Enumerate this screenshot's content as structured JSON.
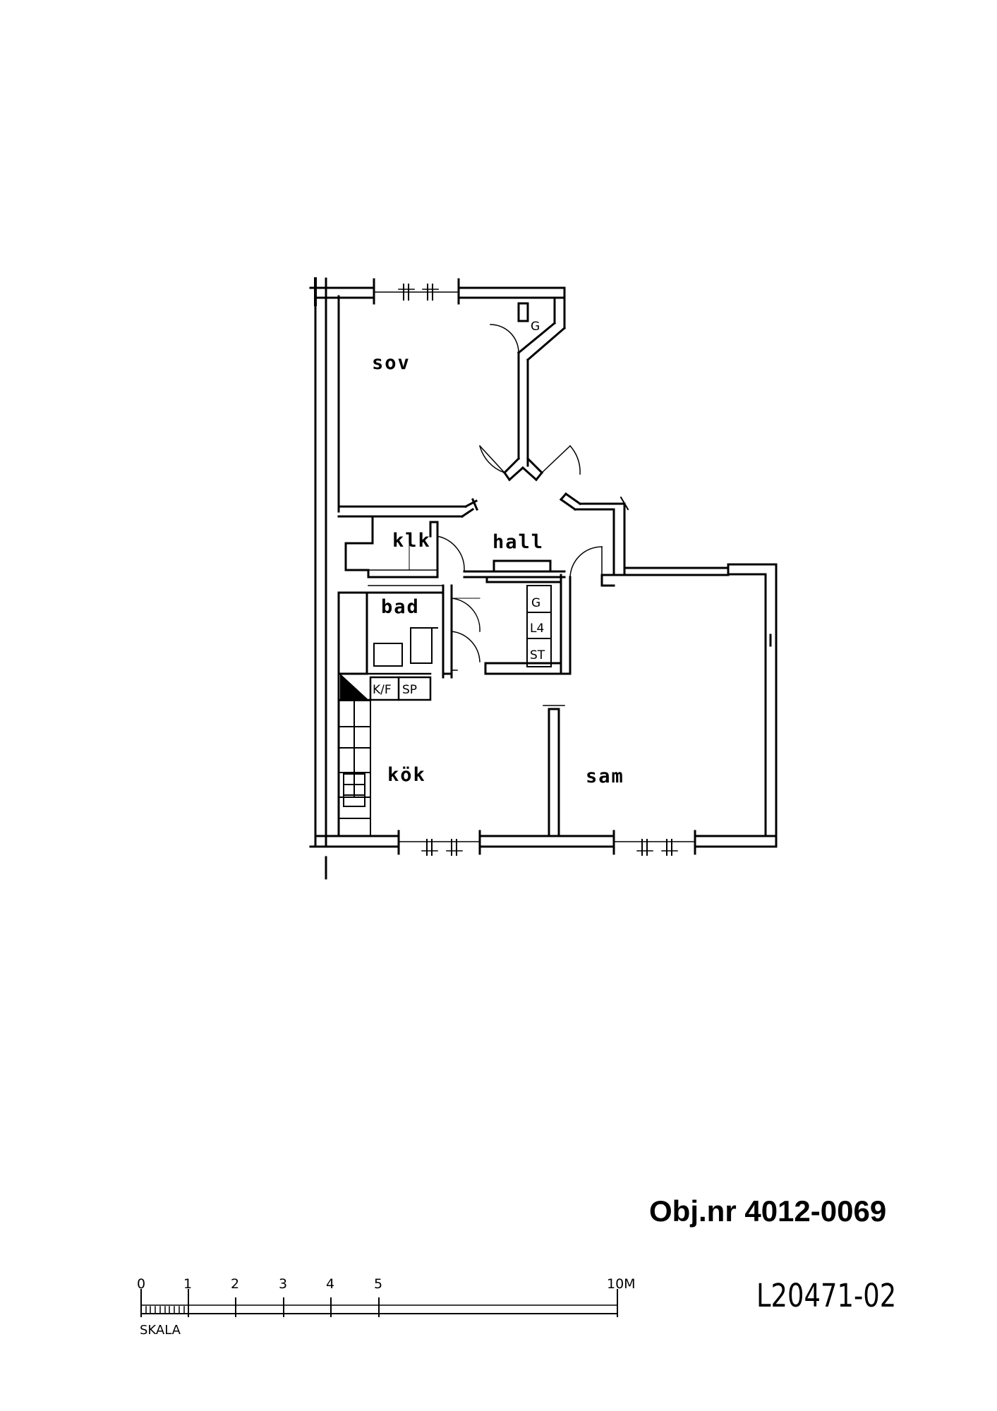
{
  "floor_plan": {
    "rooms": [
      {
        "id": "sov",
        "label": "sov"
      },
      {
        "id": "klk",
        "label": "klk"
      },
      {
        "id": "hall",
        "label": "hall"
      },
      {
        "id": "bad",
        "label": "bad"
      },
      {
        "id": "kok",
        "label": "kök"
      },
      {
        "id": "sam",
        "label": "sam"
      }
    ],
    "fixtures": [
      {
        "id": "wardrobe-sov",
        "label": "G"
      },
      {
        "id": "wardrobe-hall",
        "label": "G"
      },
      {
        "id": "linen-cabinet",
        "label": "L4"
      },
      {
        "id": "cleaning-cabinet",
        "label": "ST"
      },
      {
        "id": "fridge-freezer",
        "label": "K/F"
      },
      {
        "id": "stove",
        "label": "SP"
      }
    ]
  },
  "object_number": "Obj.nr 4012-0069",
  "drawing_id": "L20471-02",
  "scale_bar": {
    "label": "SKALA",
    "ticks": [
      "0",
      "1",
      "2",
      "3",
      "4",
      "5",
      "10M"
    ]
  }
}
